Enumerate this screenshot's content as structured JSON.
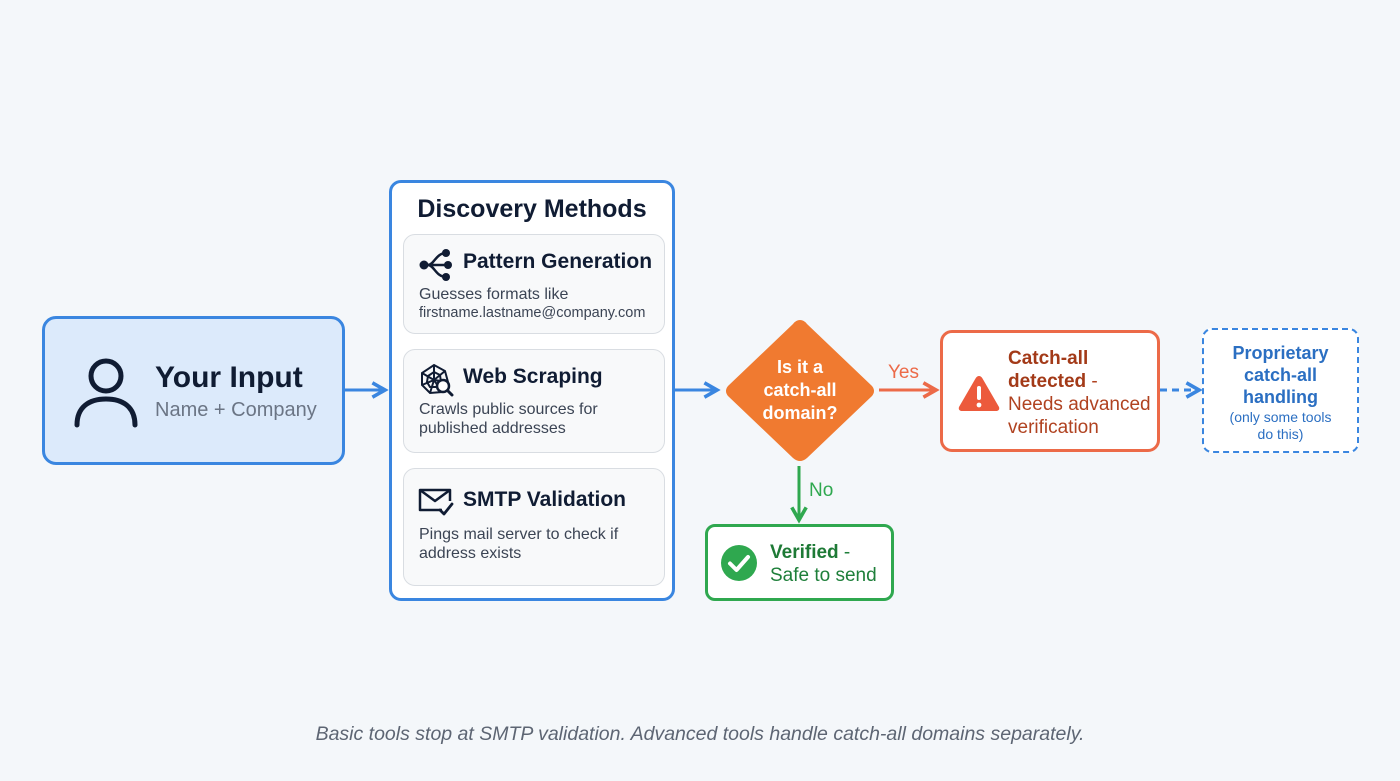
{
  "input": {
    "title": "Your Input",
    "subtitle": "Name + Company",
    "icon": "user-icon"
  },
  "discovery": {
    "title": "Discovery Methods",
    "methods": [
      {
        "title": "Pattern Generation",
        "desc_line1": "Guesses formats like",
        "desc_line2": "firstname.lastname@company.com",
        "icon": "branch-icon"
      },
      {
        "title": "Web Scraping",
        "desc_line1": "Crawls public sources for",
        "desc_line2": "published addresses",
        "icon": "web-search-icon"
      },
      {
        "title": "SMTP Validation",
        "desc_line1": "Pings mail server to check if",
        "desc_line2": "address exists",
        "icon": "mail-check-icon"
      }
    ]
  },
  "decision": {
    "line1": "Is it a",
    "line2": "catch-all",
    "line3": "domain?"
  },
  "branches": {
    "yes_label": "Yes",
    "no_label": "No"
  },
  "catchall": {
    "bold_line1": "Catch-all",
    "bold_line2": "detected",
    "suffix": " -",
    "line3": "Needs advanced",
    "line4": "verification",
    "icon": "warning-icon"
  },
  "proprietary": {
    "line1": "Proprietary",
    "line2": "catch-all",
    "line3": "handling",
    "sub1": "(only some tools",
    "sub2": "do this)"
  },
  "verified": {
    "bold": "Verified",
    "suffix": " -",
    "line2": "Safe to send",
    "icon": "check-circle-icon"
  },
  "caption": "Basic tools stop at SMTP validation. Advanced tools handle catch-all domains separately.",
  "colors": {
    "blue": "#3a86e0",
    "orange": "#f07a30",
    "red_orange": "#ec6a48",
    "green": "#2fa84f",
    "navy": "#101c33"
  }
}
